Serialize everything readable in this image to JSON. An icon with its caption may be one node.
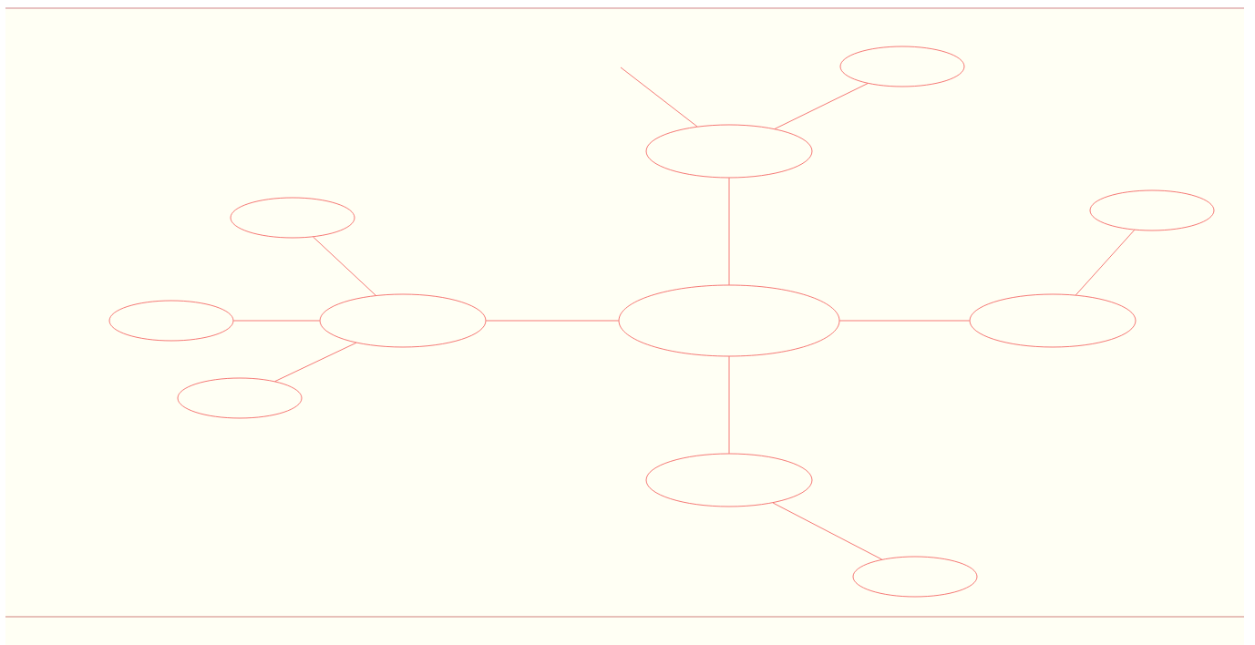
{
  "diagram": {
    "nodes": [
      {
        "text": [],
        "shape": "ellipse"
      },
      {
        "text": [],
        "shape": "ellipse"
      },
      {
        "text": [],
        "shape": "ellipse"
      },
      {
        "text": [],
        "shape": "ellipse"
      },
      {
        "text": [],
        "shape": "ellipse"
      },
      {
        "text": [],
        "shape": "ellipse"
      },
      {
        "text": [],
        "shape": "ellipse"
      },
      {
        "text": [],
        "shape": "ellipse"
      },
      {
        "text": [],
        "shape": "ellipse"
      },
      {
        "text": [],
        "shape": "ellipse"
      },
      {
        "text": [],
        "shape": "ellipse"
      }
    ],
    "edges": [
      {
        "from": null,
        "to": 1,
        "arrow": "none"
      },
      {
        "from": 1,
        "to": 0,
        "arrow": "none"
      },
      {
        "from": 6,
        "to": 1,
        "arrow": "none"
      },
      {
        "from": 2,
        "to": 5,
        "arrow": "none"
      },
      {
        "from": 4,
        "to": 5,
        "arrow": "none"
      },
      {
        "from": 8,
        "to": 5,
        "arrow": "none"
      },
      {
        "from": 5,
        "to": 6,
        "arrow": "none"
      },
      {
        "from": 6,
        "to": 7,
        "arrow": "none"
      },
      {
        "from": 3,
        "to": 7,
        "arrow": "none"
      },
      {
        "from": 6,
        "to": 9,
        "arrow": "none"
      },
      {
        "from": 9,
        "to": 10,
        "arrow": "none"
      }
    ]
  }
}
